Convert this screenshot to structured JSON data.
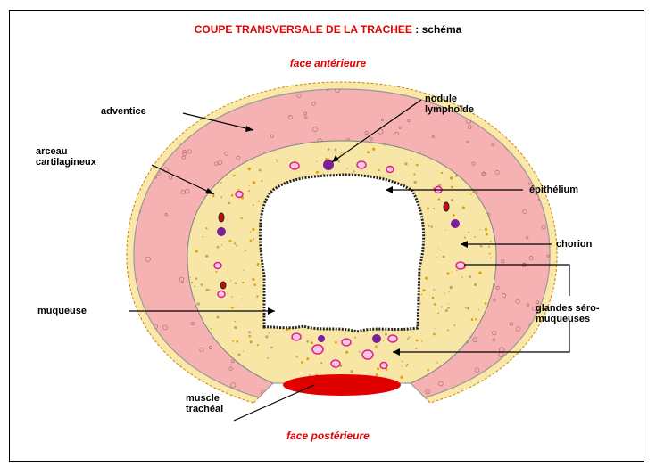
{
  "title": {
    "main": "COUPE  TRANSVERSALE   DE LA  TRACHEE",
    "suffix": " :  schéma"
  },
  "faces": {
    "top": "face antérieure",
    "bottom": "face postérieure"
  },
  "labels": {
    "adventice": "adventice",
    "arceau": "arceau\ncartilagineux",
    "nodule": "nodule\nlymphoïde",
    "epithelium": "épithélium",
    "chorion": "chorion",
    "muqueuse": "muqueuse",
    "glandes": "glandes séro-\nmuqueuses",
    "muscle": "muscle\ntrachéal"
  },
  "colors": {
    "title_red": "#e00000",
    "cartilage": "#f6b2b2",
    "chorion": "#f7e6a6",
    "adventice_dots": "#e0a200",
    "nodule": "#7a1f9a",
    "gland": "#e0208a",
    "muscle": "#e00000"
  }
}
